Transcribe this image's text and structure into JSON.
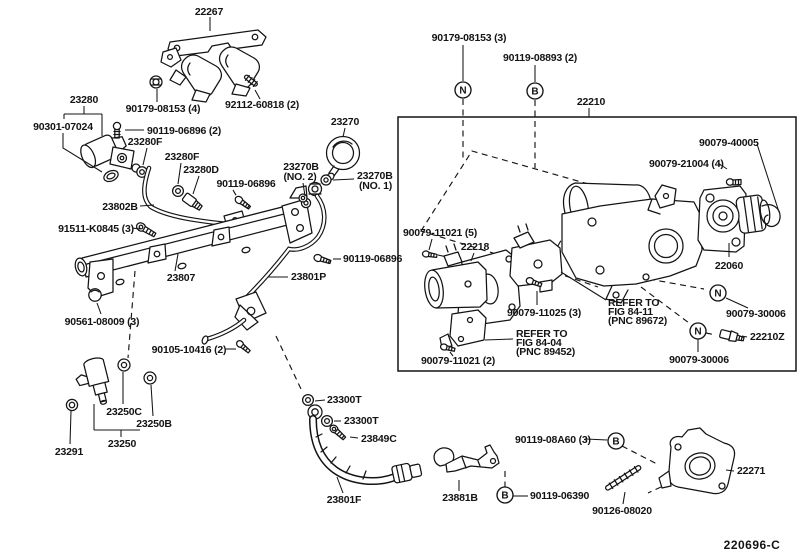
{
  "diagram": {
    "code": "220696-C",
    "assembly_box_part": "22210"
  },
  "colors": {
    "ink": "#141414",
    "background": "#ffffff"
  },
  "connectors": {
    "n": "N",
    "b": "B"
  },
  "labels": {
    "p22267": "22267",
    "p90179_08153_4": "90179-08153 (4)",
    "p92112_60818": "92112-60818 (2)",
    "p23280": "23280",
    "p90301_07024": "90301-07024",
    "p90119_06896_2": "90119-06896 (2)",
    "p23280F_a": "23280F",
    "p23280F_b": "23280F",
    "p23280D": "23280D",
    "p23270": "23270",
    "p23270B_no2_l1": "23270B",
    "p23270B_no2_l2": "(NO. 2)",
    "p23270B_no1_l1": "23270B",
    "p23270B_no1_l2": "(NO. 1)",
    "p90119_06896_b": "90119-06896",
    "p23802B": "23802B",
    "p91511_K0845": "91511-K0845 (3)",
    "p23807": "23807",
    "p23801P": "23801P",
    "p90119_06896_c": "90119-06896",
    "p90561_08009": "90561-08009 (3)",
    "p90105_10416": "90105-10416 (2)",
    "p23300T_a": "23300T",
    "p23300T_b": "23300T",
    "p23849C": "23849C",
    "p23801F": "23801F",
    "p23291": "23291",
    "p23250C": "23250C",
    "p23250B": "23250B",
    "p23250": "23250",
    "p90179_08153_3": "90179-08153 (3)",
    "p90119_08893": "90119-08893 (2)",
    "p22210": "22210",
    "p90079_40005": "90079-40005",
    "p90079_21004": "90079-21004 (4)",
    "p90079_11021_5": "90079-11021 (5)",
    "p22218": "22218",
    "p90079_11025": "90079-11025 (3)",
    "refer_8411_l1": "REFER TO",
    "refer_8411_l2": "FIG 84-11",
    "refer_8411_l3": "(PNC 89672)",
    "refer_8404_l1": "REFER TO",
    "refer_8404_l2": "FIG 84-04",
    "refer_8404_l3": "(PNC 89452)",
    "p90079_11021_2": "90079-11021 (2)",
    "p90079_30006_a": "90079-30006",
    "p90079_30006_b": "90079-30006",
    "p22060": "22060",
    "p22210Z": "22210Z",
    "p90119_08A60": "90119-08A60 (3)",
    "p23881B": "23881B",
    "p90119_06390": "90119-06390",
    "p90126_08020": "90126-08020",
    "p22271": "22271"
  }
}
